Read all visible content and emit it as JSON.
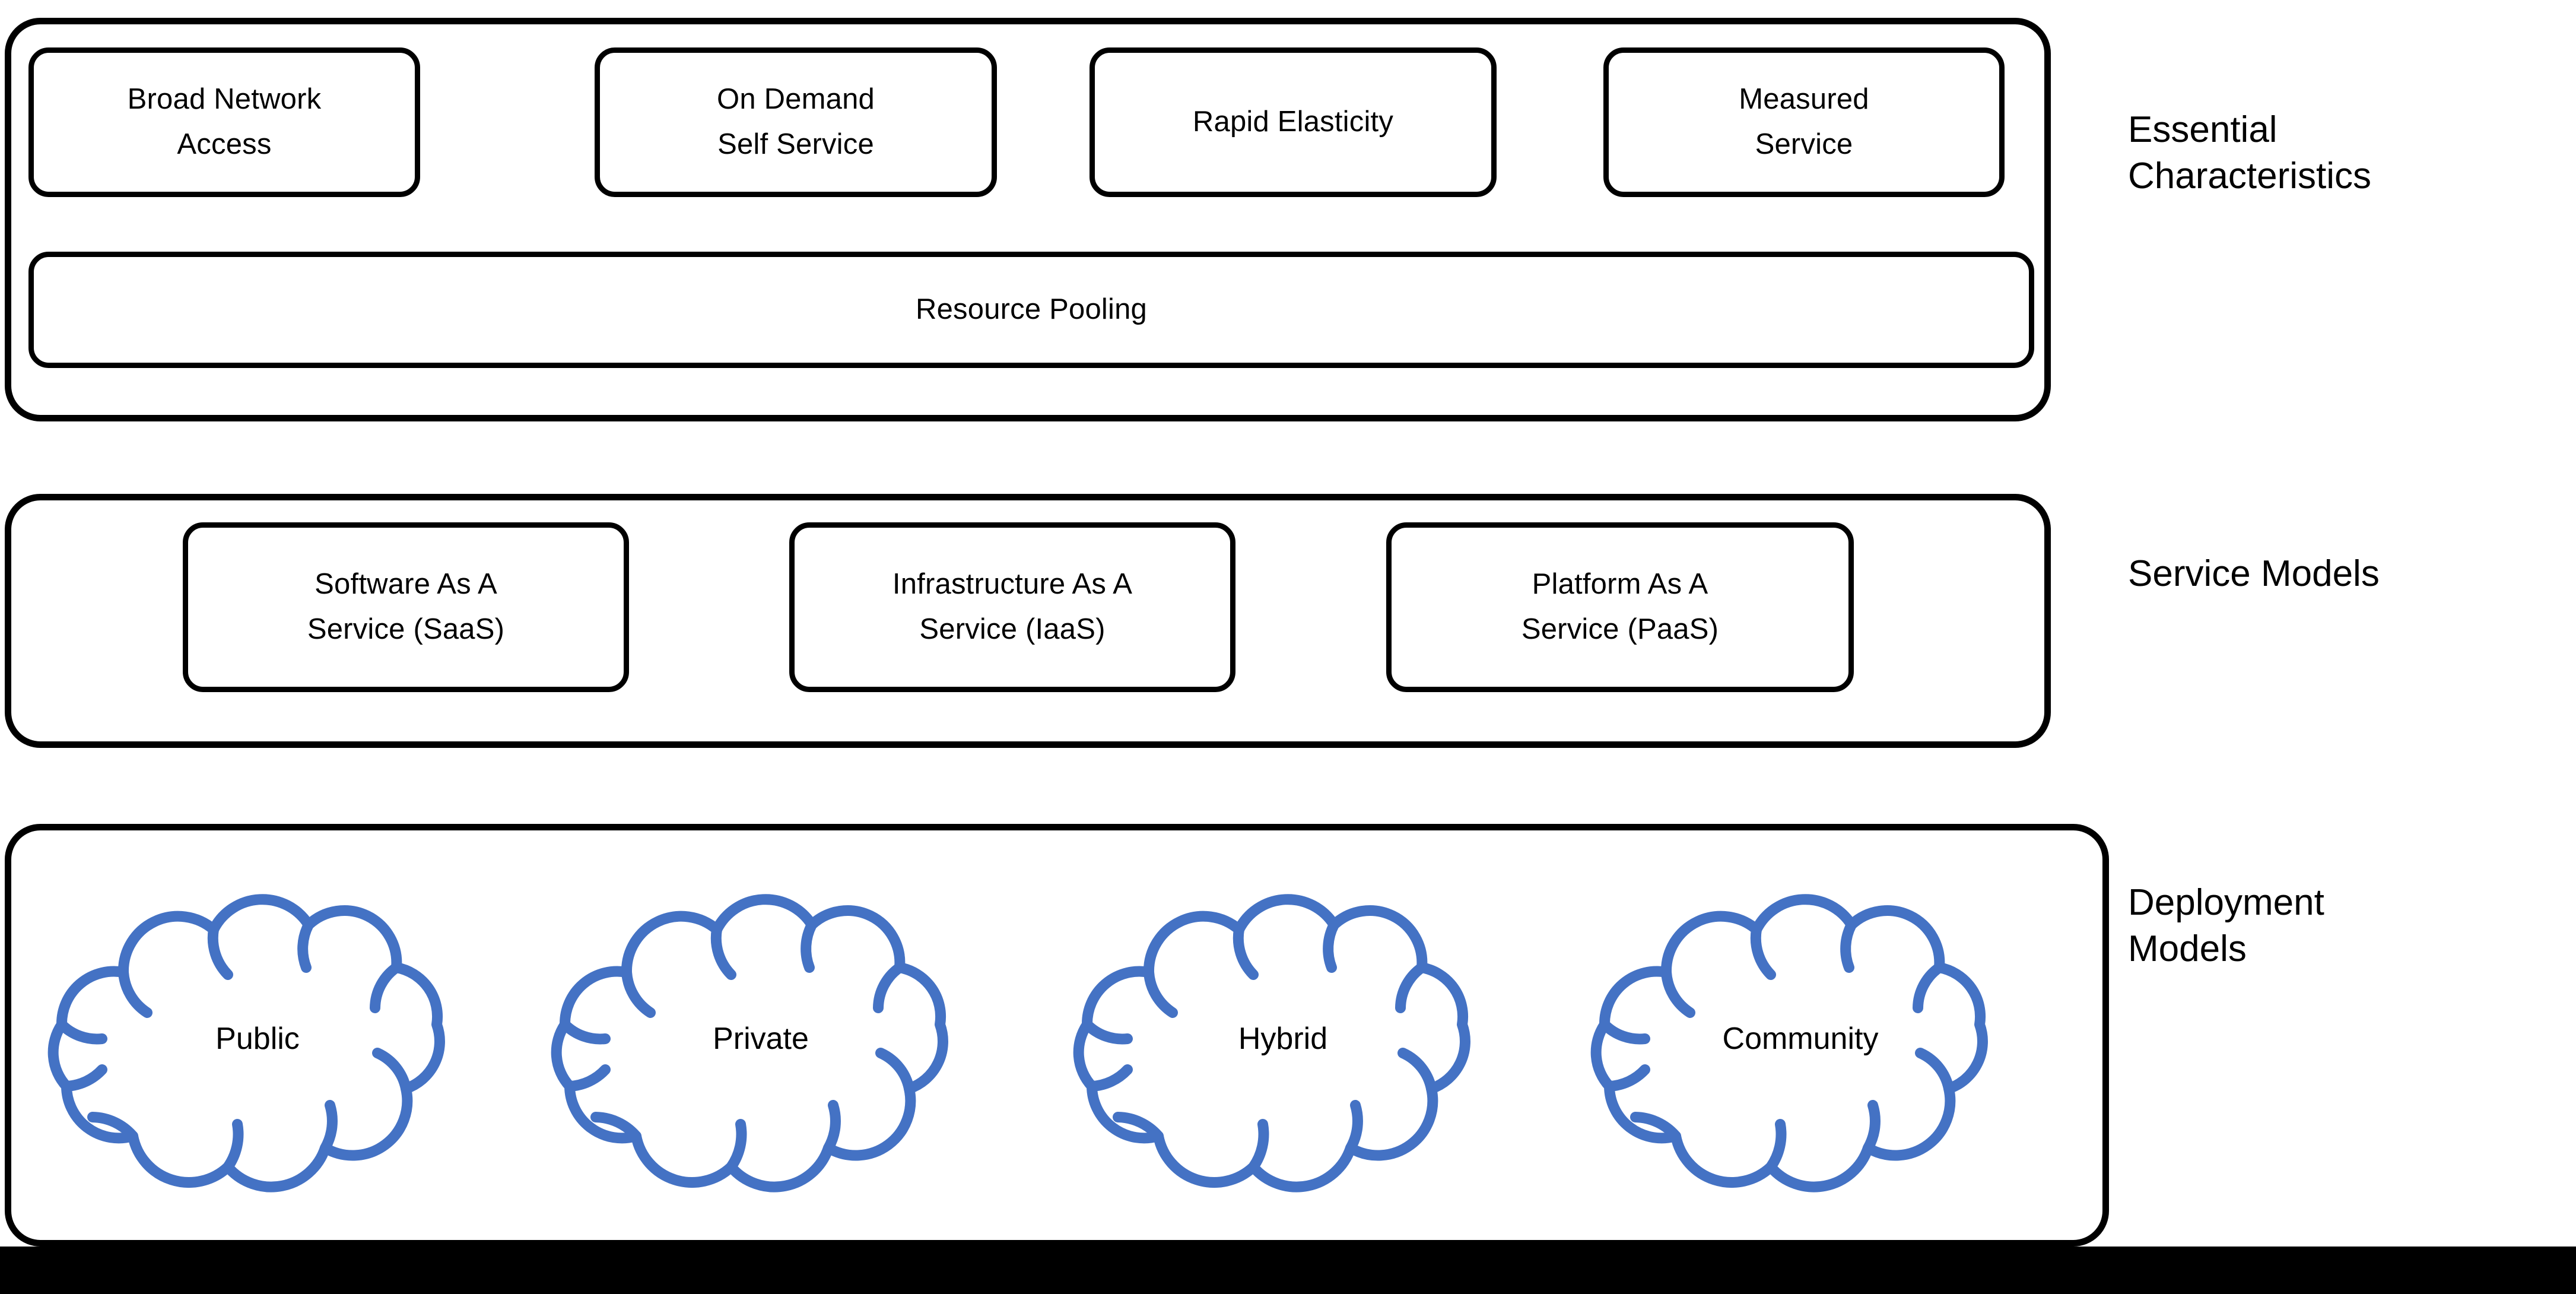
{
  "colors": {
    "outline": "#000000",
    "cloud_stroke": "#4472C4",
    "background": "#ffffff",
    "bar": "#000000"
  },
  "sections": [
    {
      "key": "essential_characteristics",
      "caption": "Essential\nCharacteristics",
      "nodes": [
        {
          "lines": [
            "Broad Network",
            "Access"
          ]
        },
        {
          "lines": [
            "On Demand",
            "Self Service"
          ]
        },
        {
          "lines": [
            "Rapid Elasticity"
          ]
        },
        {
          "lines": [
            "Measured",
            "Service"
          ]
        }
      ],
      "wide_node": {
        "lines": [
          "Resource Pooling"
        ]
      }
    },
    {
      "key": "service_models",
      "caption": "Service Models",
      "nodes": [
        {
          "lines": [
            "Software As A",
            "Service (SaaS)"
          ]
        },
        {
          "lines": [
            "Infrastructure As A",
            "Service (IaaS)"
          ]
        },
        {
          "lines": [
            "Platform As A",
            "Service (PaaS)"
          ]
        }
      ]
    },
    {
      "key": "deployment_models",
      "caption": "Deployment\nModels",
      "clouds": [
        {
          "label": "Public"
        },
        {
          "label": "Private"
        },
        {
          "label": "Hybrid"
        },
        {
          "label": "Community"
        }
      ]
    }
  ]
}
